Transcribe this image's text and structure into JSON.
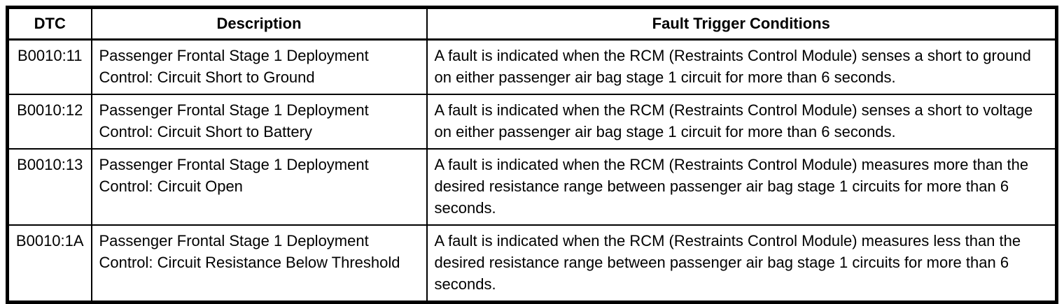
{
  "table": {
    "headers": {
      "dtc": "DTC",
      "description": "Description",
      "conditions": "Fault Trigger Conditions"
    },
    "rows": [
      {
        "dtc": "B0010:11",
        "description": "Passenger Frontal Stage 1 Deployment Control: Circuit Short to Ground",
        "conditions": "A fault is indicated when the RCM (Restraints Control Module) senses a short to ground on either passenger air bag stage 1 circuit for more than 6 seconds."
      },
      {
        "dtc": "B0010:12",
        "description": "Passenger Frontal Stage 1 Deployment Control: Circuit Short to Battery",
        "conditions": "A fault is indicated when the RCM (Restraints Control Module) senses a short to voltage on either passenger air bag stage 1 circuit for more than 6 seconds."
      },
      {
        "dtc": "B0010:13",
        "description": "Passenger Frontal Stage 1 Deployment Control: Circuit Open",
        "conditions": "A fault is indicated when the RCM (Restraints Control Module) measures more than the desired resistance range between passenger air bag stage 1 circuits for more than 6 seconds."
      },
      {
        "dtc": "B0010:1A",
        "description": "Passenger Frontal Stage 1 Deployment Control: Circuit Resistance Below Threshold",
        "conditions": "A fault is indicated when the RCM (Restraints Control Module) measures less than the desired resistance range between passenger air bag stage 1 circuits for more than 6 seconds."
      }
    ],
    "colors": {
      "border": "#000000",
      "text": "#000000",
      "background": "#ffffff"
    }
  }
}
